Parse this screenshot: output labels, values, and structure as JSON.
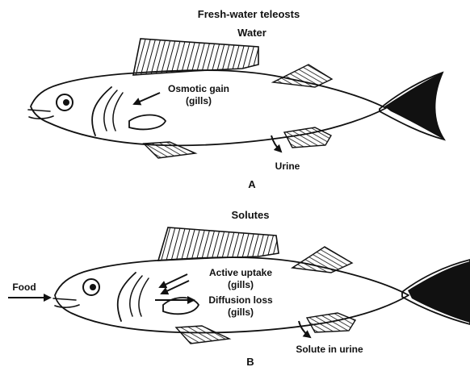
{
  "panel_a": {
    "title": "Fresh-water teleosts",
    "subtitle": "Water",
    "gain_line1": "Osmotic gain",
    "gain_line2": "(gills)",
    "urine": "Urine",
    "letter": "A"
  },
  "panel_b": {
    "title": "Solutes",
    "food": "Food",
    "uptake_line1": "Active uptake",
    "uptake_line2": "(gills)",
    "loss_line1": "Diffusion loss",
    "loss_line2": "(gills)",
    "solute_urine": "Solute in urine",
    "letter": "B"
  },
  "colors": {
    "ink": "#111111",
    "fill": "#ffffff"
  }
}
